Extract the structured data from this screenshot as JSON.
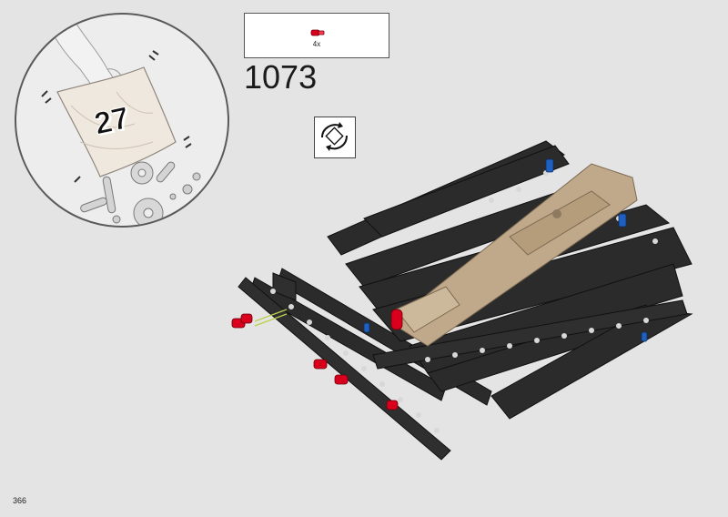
{
  "bag": {
    "number": "27"
  },
  "parts_callout": {
    "quantity": "4x",
    "part_icon": "red-axle-pin-icon"
  },
  "step": {
    "number": "1073"
  },
  "rotate_hint": {
    "icon": "rotate-model-icon"
  },
  "page": {
    "number": "366"
  },
  "colors": {
    "background": "#e4e4e4",
    "beam_dark": "#2b2b2b",
    "tan_panel": "#bfa98a",
    "pin_red": "#d8001c",
    "pin_blue": "#1f5fbf"
  }
}
